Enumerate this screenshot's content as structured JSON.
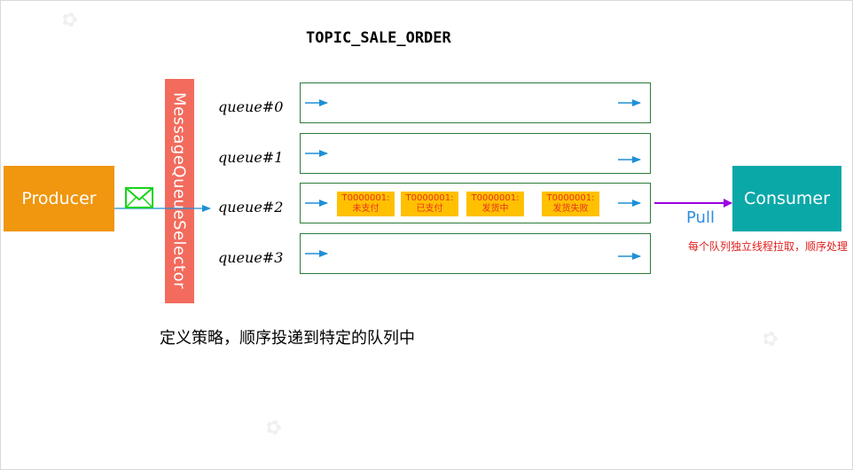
{
  "title": "TOPIC_SALE_ORDER",
  "producer": {
    "label": "Producer"
  },
  "consumer": {
    "label": "Consumer"
  },
  "selector": {
    "label": "MessageQueueSelector"
  },
  "queues": [
    {
      "label": "queue#0"
    },
    {
      "label": "queue#1"
    },
    {
      "label": "queue#2"
    },
    {
      "label": "queue#3"
    }
  ],
  "messages": [
    {
      "id": "T0000001:",
      "status": "未支付"
    },
    {
      "id": "T0000001:",
      "status": "已支付"
    },
    {
      "id": "T0000001:",
      "status": "发货中"
    },
    {
      "id": "T0000001:",
      "status": "发货失败"
    }
  ],
  "pull": {
    "label": "Pull"
  },
  "note": {
    "text": "每个队列独立线程拉取，顺序处理"
  },
  "strategy": {
    "text": "定义策略，顺序投递到特定的队列中"
  },
  "colors": {
    "producer": "#f0960f",
    "consumer": "#0ba8a8",
    "selector": "#f26b5d",
    "queue_border": "#2c7a3a",
    "arrow": "#1e8fd6",
    "message": "#ffc000",
    "pull_arrow": "#9b00e0",
    "note": "#e0201e",
    "envelope": "#18d418"
  },
  "icons": {
    "envelope": "envelope-icon"
  }
}
